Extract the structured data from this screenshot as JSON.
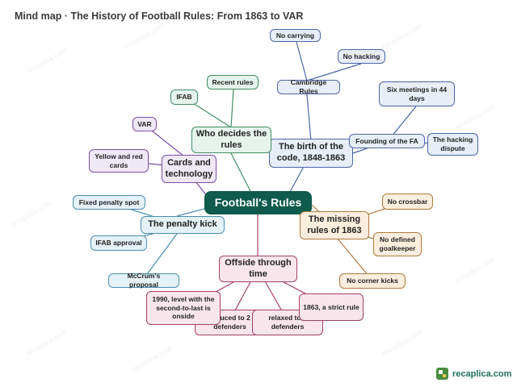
{
  "title": "Mind map · The History of Football Rules: From 1863 to VAR",
  "brand": {
    "name": "recaplica.com",
    "watermark": "recaplica.com",
    "icon": "recaplica-logo-icon"
  },
  "colors": {
    "root": "#0f5b4c",
    "blue_border": "#4d66a6",
    "violet_border": "#7a4ea8",
    "green_border": "#3f8f64",
    "orange_border": "#b07b3a",
    "pink_border": "#a2406a"
  },
  "mindmap": {
    "root": "Football's Rules",
    "birth": {
      "label": "The birth of the code, 1848-1863",
      "cambridge": "Cambridge Rules",
      "no_carrying": "No carrying",
      "no_hacking": "No hacking",
      "fa": "Founding of the FA",
      "six_meetings": "Six meetings in 44 days",
      "hacking_dispute": "The hacking dispute"
    },
    "who": {
      "label": "Who decides the rules",
      "ifab": "IFAB",
      "recent": "Recent rules"
    },
    "cards": {
      "label": "Cards and technology",
      "var": "VAR",
      "yellow_red": "Yellow and red cards"
    },
    "penalty": {
      "label": "The penalty kick",
      "fixed_spot": "Fixed penalty spot",
      "ifab_approval": "IFAB approval",
      "mccrum": "McCrum's proposal"
    },
    "missing": {
      "label": "The missing rules of 1863",
      "no_crossbar": "No crossbar",
      "no_goalkeeper": "No defined goalkeeper",
      "no_corner": "No corner kicks"
    },
    "offside": {
      "label": "Offside through time",
      "y1990": "1990, level with the second-to-last is onside",
      "reduced2": "reduced to 2 defenders",
      "relaxed3": "relaxed to 3 defenders",
      "strict1863": "1863, a strict rule"
    }
  }
}
